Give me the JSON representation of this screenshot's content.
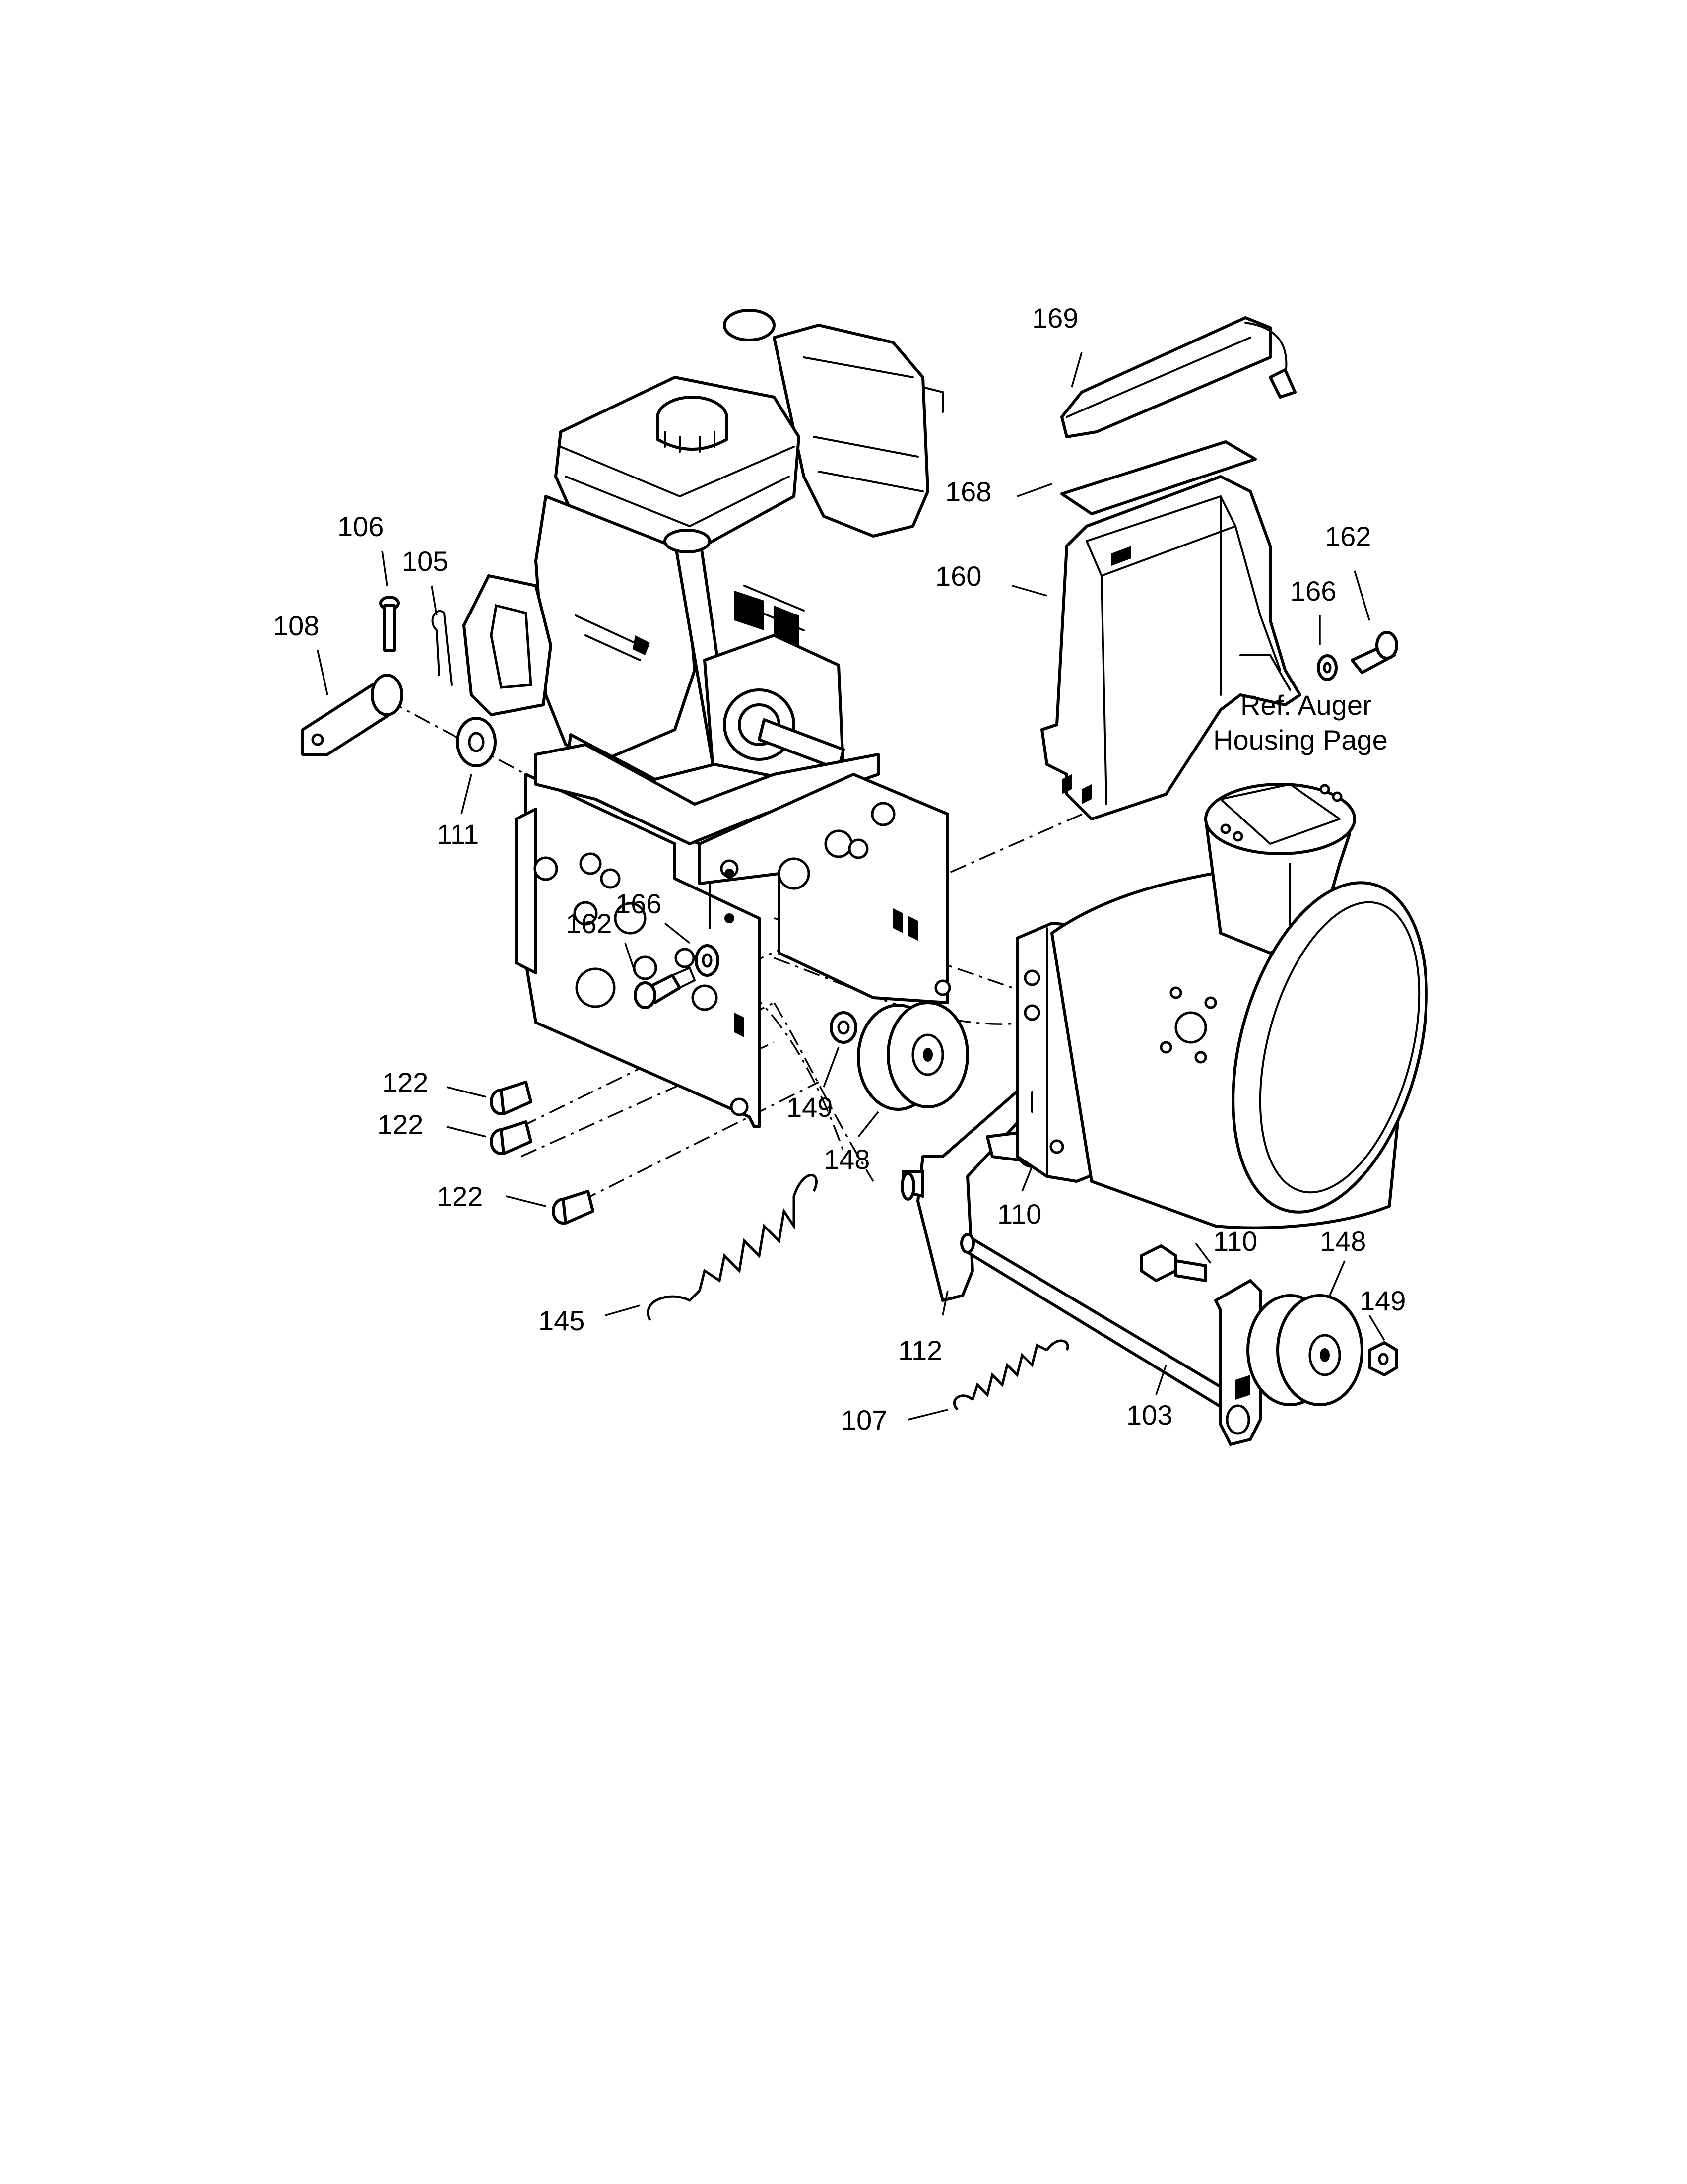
{
  "callouts": [
    {
      "id": "169",
      "label": "169"
    },
    {
      "id": "168",
      "label": "168"
    },
    {
      "id": "160",
      "label": "160"
    },
    {
      "id": "162a",
      "label": "162"
    },
    {
      "id": "166a",
      "label": "166"
    },
    {
      "id": "106",
      "label": "106"
    },
    {
      "id": "105",
      "label": "105"
    },
    {
      "id": "108",
      "label": "108"
    },
    {
      "id": "111",
      "label": "111"
    },
    {
      "id": "166b",
      "label": "166"
    },
    {
      "id": "162b",
      "label": "162"
    },
    {
      "id": "122a",
      "label": "122"
    },
    {
      "id": "122b",
      "label": "122"
    },
    {
      "id": "122c",
      "label": "122"
    },
    {
      "id": "149a",
      "label": "149"
    },
    {
      "id": "148a",
      "label": "148"
    },
    {
      "id": "110a",
      "label": "110"
    },
    {
      "id": "110b",
      "label": "110"
    },
    {
      "id": "148b",
      "label": "148"
    },
    {
      "id": "149b",
      "label": "149"
    },
    {
      "id": "145",
      "label": "145"
    },
    {
      "id": "112",
      "label": "112"
    },
    {
      "id": "107",
      "label": "107"
    },
    {
      "id": "103",
      "label": "103"
    }
  ],
  "reference_note": {
    "line1": "Ref. Auger",
    "line2": "Housing Page"
  }
}
